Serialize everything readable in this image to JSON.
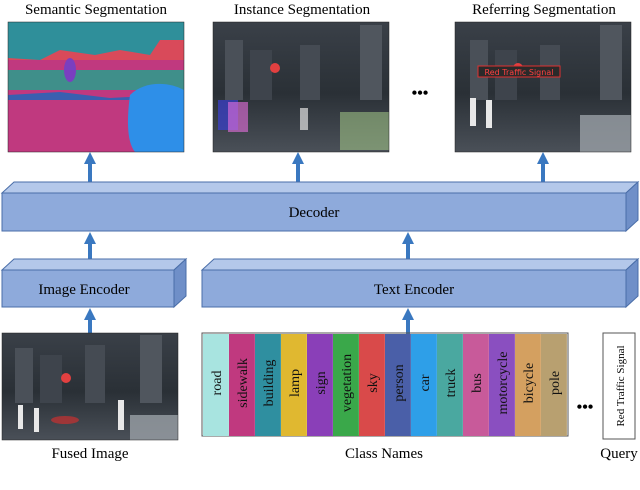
{
  "outputs": {
    "semantic_label": "Semantic Segmentation",
    "instance_label": "Instance Segmentation",
    "referring_label": "Referring Segmentation",
    "ellipsis": "•••"
  },
  "decoder": {
    "label": "Decoder"
  },
  "image_encoder": {
    "label": "Image Encoder"
  },
  "text_encoder": {
    "label": "Text Encoder"
  },
  "inputs": {
    "fused_image_label": "Fused Image",
    "class_names_label": "Class Names",
    "query_label": "Query",
    "query_text": "Red Traffic Signal",
    "ellipsis": "•••"
  },
  "referring_tag": "Red Traffic Signal",
  "class_names": [
    {
      "name": "road",
      "color": "#a8e4e0"
    },
    {
      "name": "sidewalk",
      "color": "#c0397f"
    },
    {
      "name": "building",
      "color": "#2f8fa0"
    },
    {
      "name": "lamp",
      "color": "#e0b830"
    },
    {
      "name": "sign",
      "color": "#8a3fb8"
    },
    {
      "name": "vegetation",
      "color": "#3aa84a"
    },
    {
      "name": "sky",
      "color": "#d94a4a"
    },
    {
      "name": "person",
      "color": "#4a5fa8"
    },
    {
      "name": "car",
      "color": "#2e9fe8"
    },
    {
      "name": "truck",
      "color": "#4aa8a0"
    },
    {
      "name": "bus",
      "color": "#c85a9a"
    },
    {
      "name": "motorcycle",
      "color": "#8a4fc0"
    },
    {
      "name": "bicycle",
      "color": "#d4a060"
    },
    {
      "name": "pole",
      "color": "#b8a070"
    }
  ],
  "colors": {
    "box_fill": "#8eaadb",
    "box_stroke": "#4a6ea8",
    "arrow": "#3a78c0"
  }
}
